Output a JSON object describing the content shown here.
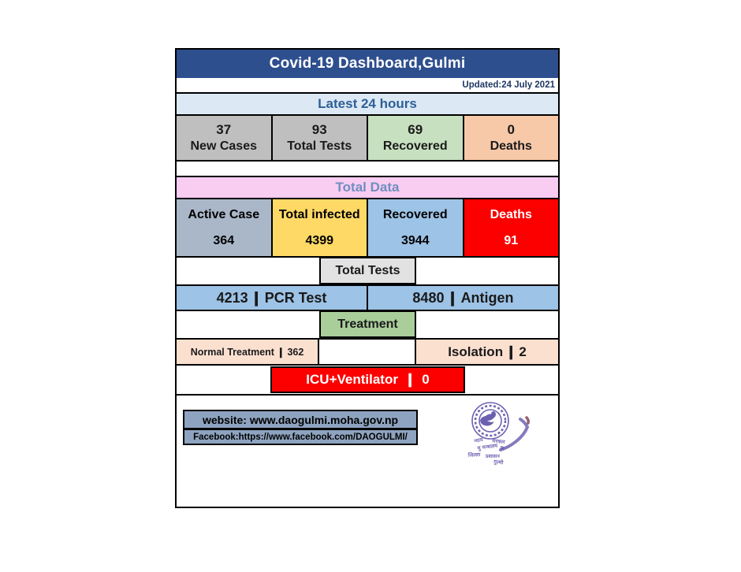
{
  "header": {
    "title": "Covid-19 Dashboard,Gulmi",
    "updated": "Updated:24 July 2021",
    "title_bg": "#2e4f8e"
  },
  "latest_24": {
    "banner": "Latest 24 hours",
    "banner_bg": "#dce9f5",
    "cells": [
      {
        "value": "37",
        "label": "New Cases",
        "bg": "#bfbfbf",
        "color": "#1a1a1a"
      },
      {
        "value": "93",
        "label": "Total Tests",
        "bg": "#bfbfbf",
        "color": "#1a1a1a"
      },
      {
        "value": "69",
        "label": "Recovered",
        "bg": "#c7e0c0",
        "color": "#1a1a1a"
      },
      {
        "value": "0",
        "label": "Deaths",
        "bg": "#f7c9a8",
        "color": "#1a1a1a"
      }
    ]
  },
  "total_data": {
    "banner": "Total Data",
    "banner_bg": "#f9ccf2",
    "cells": [
      {
        "label": "Active Case",
        "value": "364",
        "bg": "#aab7c9",
        "color": "#1a1a1a"
      },
      {
        "label": "Total infected",
        "value": "4399",
        "bg": "#ffd966",
        "color": "#1a1a1a"
      },
      {
        "label": "Recovered",
        "value": "3944",
        "bg": "#9dc3e6",
        "color": "#1a1a1a"
      },
      {
        "label": "Deaths",
        "value": "91",
        "bg": "#fc0000",
        "color": "#ffffff"
      }
    ]
  },
  "total_tests": {
    "pill_label": "Total Tests",
    "pill_bg": "#e2e2e2",
    "left": {
      "value": "4213",
      "label": "PCR Test",
      "sep": "❙"
    },
    "right": {
      "value": "8480",
      "label": "Antigen",
      "sep": "❙"
    },
    "row_bg": "#9dc3e6"
  },
  "treatment": {
    "pill_label": "Treatment",
    "pill_bg": "#a9ce9a",
    "normal": {
      "label": "Normal Treatment",
      "sep": "❙",
      "value": "362",
      "bg": "#fbe0d0"
    },
    "isolation": {
      "label": "Isolation",
      "sep": "❙",
      "value": "2",
      "bg": "#fbe0d0"
    },
    "icu": {
      "label": "ICU+Ventilator",
      "sep": "❙",
      "value": "0",
      "bg": "#fc0000",
      "color": "#ffffff"
    }
  },
  "footer": {
    "website": "website: www.daogulmi.moha.gov.np",
    "facebook": "Facebook:https://www.facebook.com/DAOGULMI/",
    "box_bg": "#8ea3bf",
    "seal_color": "#5b4fa8",
    "seal_name": "district-administration-office-seal"
  }
}
